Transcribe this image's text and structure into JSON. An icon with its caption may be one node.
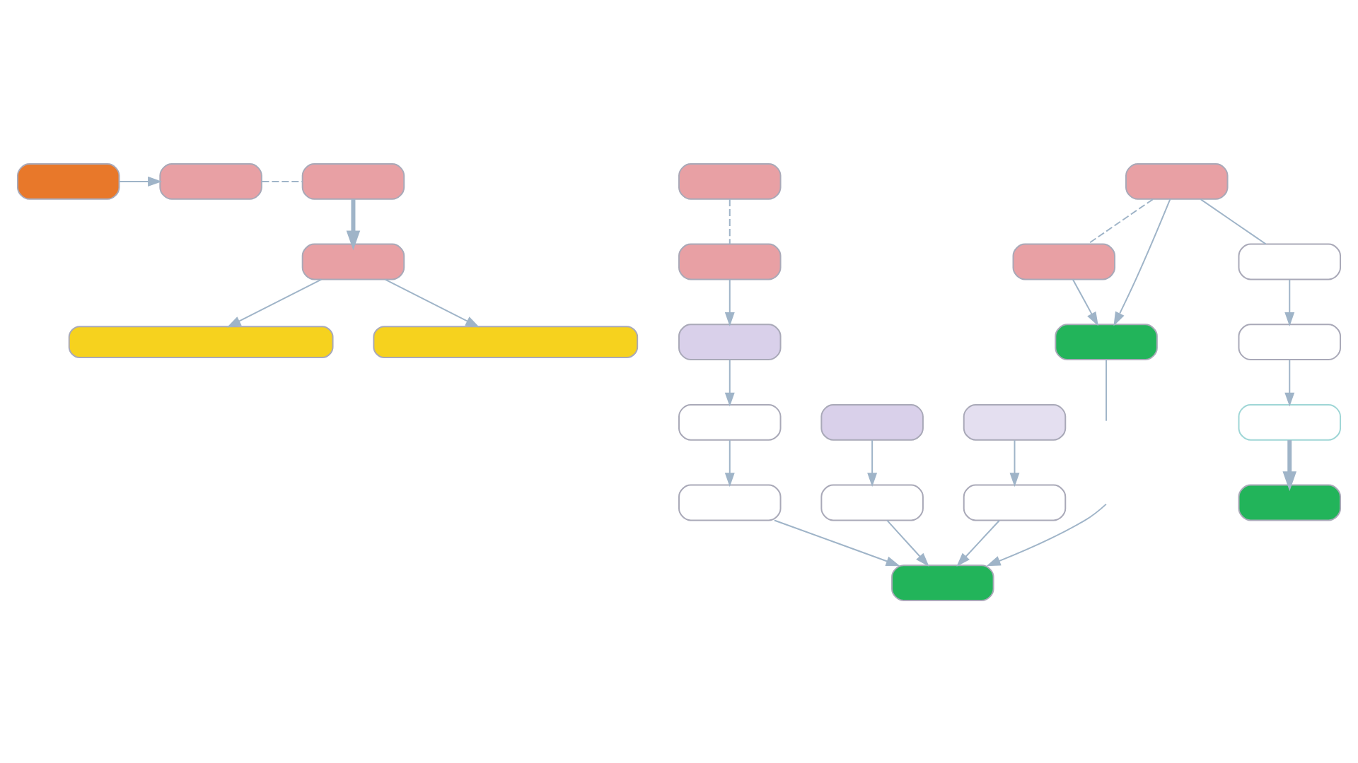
{
  "diagram": {
    "nodes": [
      {
        "text": [],
        "shape": "box"
      },
      {
        "text": [],
        "shape": "box"
      },
      {
        "text": [],
        "shape": "box"
      },
      {
        "text": [],
        "shape": "box"
      },
      {
        "text": [],
        "shape": "bar"
      },
      {
        "text": [],
        "shape": "bar"
      },
      {
        "text": [],
        "shape": "box"
      },
      {
        "text": [],
        "shape": "box"
      },
      {
        "text": [],
        "shape": "box"
      },
      {
        "text": [],
        "shape": "box"
      },
      {
        "text": [],
        "shape": "box"
      },
      {
        "text": [],
        "shape": "box"
      },
      {
        "text": [],
        "shape": "box"
      },
      {
        "text": [],
        "shape": "box"
      },
      {
        "text": [],
        "shape": "box"
      },
      {
        "text": [],
        "shape": "box"
      },
      {
        "text": [],
        "shape": "box"
      },
      {
        "text": [],
        "shape": "box"
      },
      {
        "text": [],
        "shape": "box"
      },
      {
        "text": [],
        "shape": "box"
      },
      {
        "text": [],
        "shape": "box"
      },
      {
        "text": [],
        "shape": "box"
      },
      {
        "text": [],
        "shape": "box"
      }
    ],
    "edges": [
      {
        "from": 0,
        "to": 1,
        "arrow": "to"
      },
      {
        "from": 1,
        "to": 2,
        "arrow": "none",
        "style": "dashed"
      },
      {
        "from": 2,
        "to": 3,
        "arrow": "to",
        "style": "thick"
      },
      {
        "from": 3,
        "to": 4,
        "arrow": "to"
      },
      {
        "from": 3,
        "to": 5,
        "arrow": "to"
      },
      {
        "from": 6,
        "to": 7,
        "arrow": "none",
        "style": "dashed"
      },
      {
        "from": 8,
        "to": 9,
        "arrow": "none",
        "style": "dashed"
      },
      {
        "from": 7,
        "to": 12,
        "arrow": "to"
      },
      {
        "from": 8,
        "to": 17,
        "arrow": "none"
      },
      {
        "from": 8,
        "to": 13,
        "arrow": "to"
      },
      {
        "from": 9,
        "to": 13,
        "arrow": "to"
      },
      {
        "from": 10,
        "to": 14,
        "arrow": "to"
      },
      {
        "from": 11,
        "to": 15,
        "arrow": "to"
      },
      {
        "from": 12,
        "to": 16,
        "arrow": "to"
      },
      {
        "from": 16,
        "to": 18,
        "arrow": "to"
      },
      {
        "from": 17,
        "to": 19,
        "arrow": "to"
      },
      {
        "from": 14,
        "to": 21,
        "arrow": "to"
      },
      {
        "from": 15,
        "to": 21,
        "arrow": "to"
      },
      {
        "from": 18,
        "to": 21,
        "arrow": "to"
      },
      {
        "from": null,
        "to": 21,
        "arrow": "to"
      },
      {
        "from": 19,
        "to": 20,
        "arrow": "to"
      },
      {
        "from": 20,
        "to": 22,
        "arrow": "to",
        "style": "thick"
      },
      {
        "from": 13,
        "to": null,
        "arrow": "none"
      }
    ]
  }
}
